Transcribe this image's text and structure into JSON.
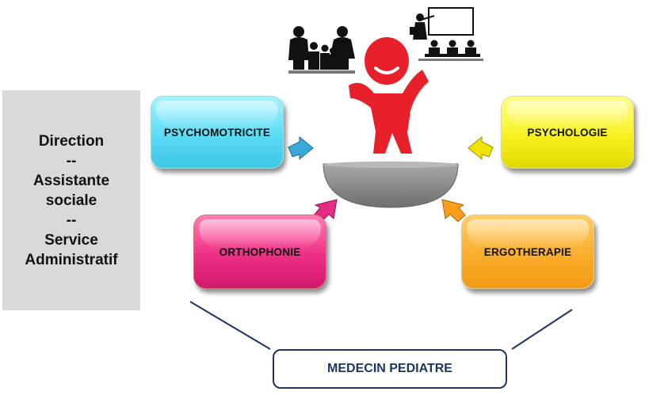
{
  "admin_panel": {
    "lines": [
      "Direction",
      "--",
      "Assistante",
      "sociale",
      "--",
      "Service",
      "Administratif"
    ]
  },
  "boxes": {
    "psychomotricite": "PSYCHOMOTRICITE",
    "psychologie": "PSYCHOLOGIE",
    "orthophonie": "ORTHOPHONIE",
    "ergotherapie": "ERGOTHERAPIE"
  },
  "medecin": "MEDECIN PEDIATRE",
  "colors": {
    "psychomotricite": "#5bdcf5",
    "psychologie": "#f7f220",
    "orthophonie": "#ee2f86",
    "ergotherapie": "#fbad2c",
    "child_figure": "#e8202a",
    "base_platform": "#8c8c8c",
    "connector": "#1d3566"
  },
  "icons": [
    "family-icon",
    "teacher-classroom-icon",
    "child-figure-icon"
  ]
}
